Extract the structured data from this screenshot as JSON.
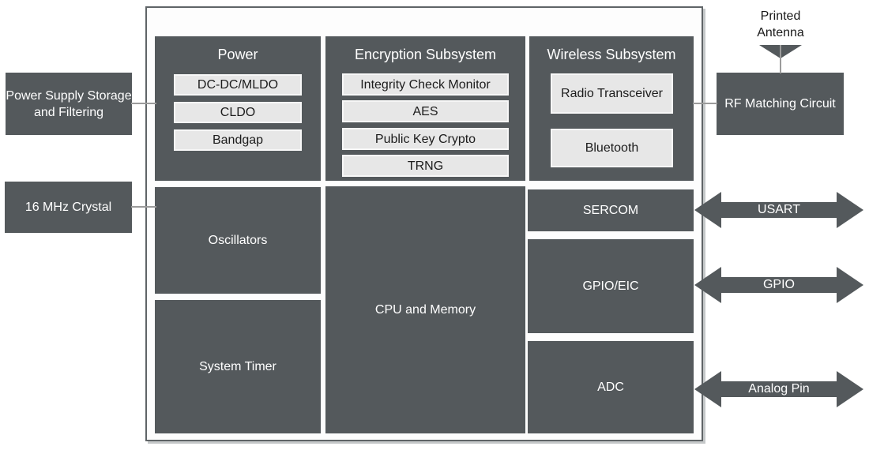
{
  "colors": {
    "block_dark": "#54595C",
    "subbox_light": "#E7E7E7",
    "connector_gray": "#9B9B9B",
    "container_border": "#5F6467",
    "text_on_dark": "#FFFFFF",
    "text_on_light": "#1C1C1C"
  },
  "external": {
    "power_supply_label": "Power Supply Storage and Filtering",
    "crystal_label": "16 MHz Crystal",
    "antenna_label": "Printed Antenna",
    "rf_matching_label": "RF Matching Circuit"
  },
  "chip": {
    "power": {
      "title": "Power",
      "items": [
        "DC-DC/MLDO",
        "CLDO",
        "Bandgap"
      ]
    },
    "encryption": {
      "title": "Encryption Subsystem",
      "items": [
        "Integrity Check Monitor",
        "AES",
        "Public Key Crypto",
        "TRNG"
      ]
    },
    "wireless": {
      "title": "Wireless Subsystem",
      "items": [
        "Radio Transceiver",
        "Bluetooth"
      ]
    },
    "oscillators_label": "Oscillators",
    "system_timer_label": "System Timer",
    "cpu_memory_label": "CPU and Memory",
    "sercom_label": "SERCOM",
    "gpio_eic_label": "GPIO/EIC",
    "adc_label": "ADC"
  },
  "pin_arrows": [
    {
      "label": "USART"
    },
    {
      "label": "GPIO"
    },
    {
      "label": "Analog Pin"
    }
  ]
}
